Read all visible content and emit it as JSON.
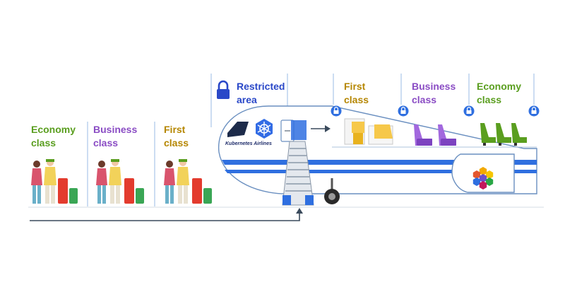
{
  "labels": {
    "economy_line1": "Economy",
    "economy_line2": "class",
    "business_line1": "Business",
    "business_line2": "class",
    "first_line1": "First",
    "first_line2": "class",
    "restricted_line1": "Restricted",
    "restricted_line2": "area",
    "cabin_first_line1": "First",
    "cabin_first_line2": "class",
    "cabin_business_line1": "Business",
    "cabin_business_line2": "class",
    "cabin_economy_line1": "Economy",
    "cabin_economy_line2": "class",
    "airline": "Kubernetes Airlines"
  },
  "colors": {
    "economy": "#5a9e1f",
    "business": "#8a4cc4",
    "first": "#b58600",
    "restricted": "#2a48c8",
    "stripe": "#2f6fe0",
    "divider": "#a9c6ea",
    "arrow": "#3a4a5c"
  },
  "icons": [
    "lock-icon",
    "kubernetes-logo-icon",
    "hexagon-cluster-icon",
    "luggage-icon",
    "seat-icon"
  ]
}
